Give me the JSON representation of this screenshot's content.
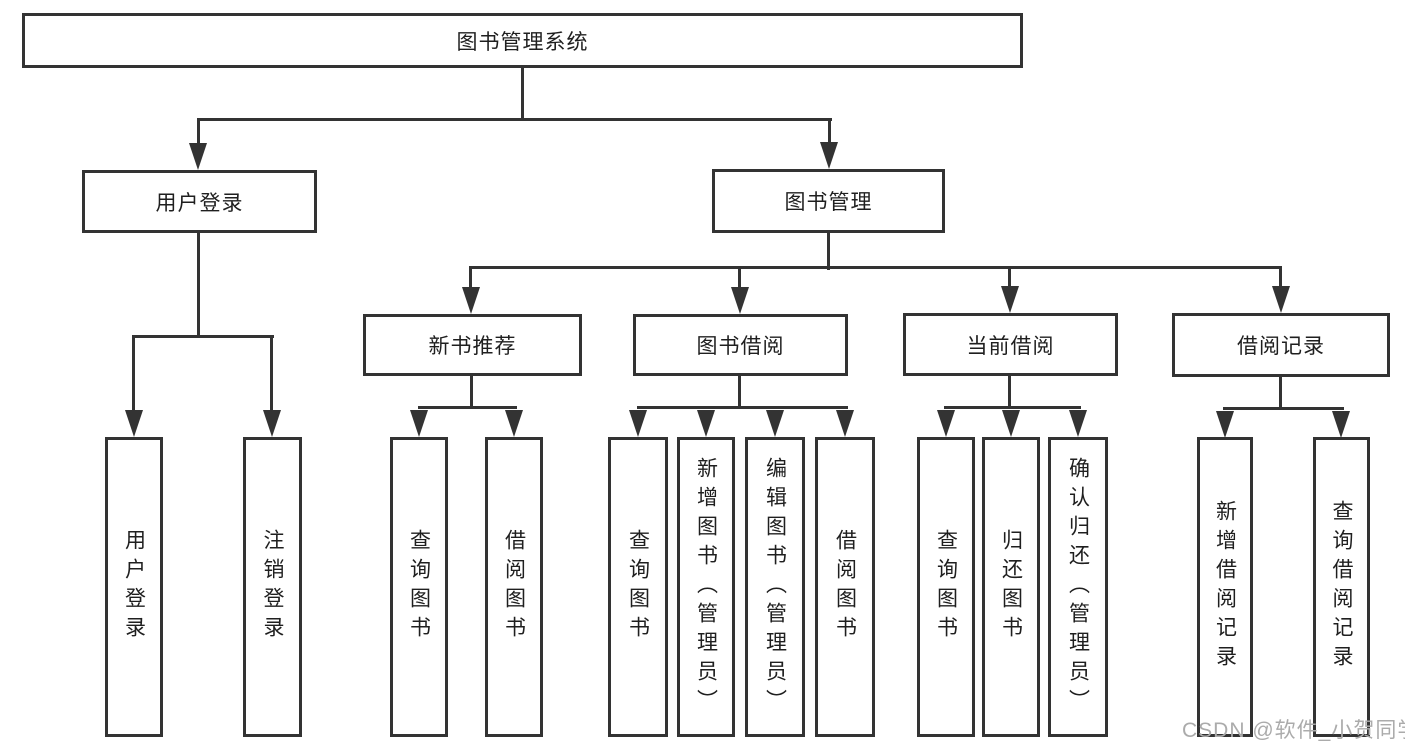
{
  "diagram": {
    "root": {
      "label": "图书管理系统"
    },
    "level2": [
      {
        "label": "用户登录"
      },
      {
        "label": "图书管理"
      }
    ],
    "level3": [
      {
        "label": "新书推荐"
      },
      {
        "label": "图书借阅"
      },
      {
        "label": "当前借阅"
      },
      {
        "label": "借阅记录"
      }
    ],
    "groups": [
      {
        "parent": "用户登录",
        "children": [
          {
            "label": "用户登录"
          },
          {
            "label": "注销登录"
          }
        ]
      },
      {
        "parent": "新书推荐",
        "children": [
          {
            "label": "查询图书"
          },
          {
            "label": "借阅图书"
          }
        ]
      },
      {
        "parent": "图书借阅",
        "children": [
          {
            "label": "查询图书"
          },
          {
            "label": "新增图书（管理员）"
          },
          {
            "label": "编辑图书（管理员）"
          },
          {
            "label": "借阅图书"
          }
        ]
      },
      {
        "parent": "当前借阅",
        "children": [
          {
            "label": "查询图书"
          },
          {
            "label": "归还图书"
          },
          {
            "label": "确认归还（管理员）"
          }
        ]
      },
      {
        "parent": "借阅记录",
        "children": [
          {
            "label": "新增借阅记录"
          },
          {
            "label": "查询借阅记录"
          }
        ]
      }
    ],
    "watermark": "CSDN @软件_小贺同学",
    "colors": {
      "line": "#333333",
      "box_border": "#333333",
      "text": "#1f1f1f",
      "background": "#ffffff",
      "watermark": "#ababab"
    }
  }
}
